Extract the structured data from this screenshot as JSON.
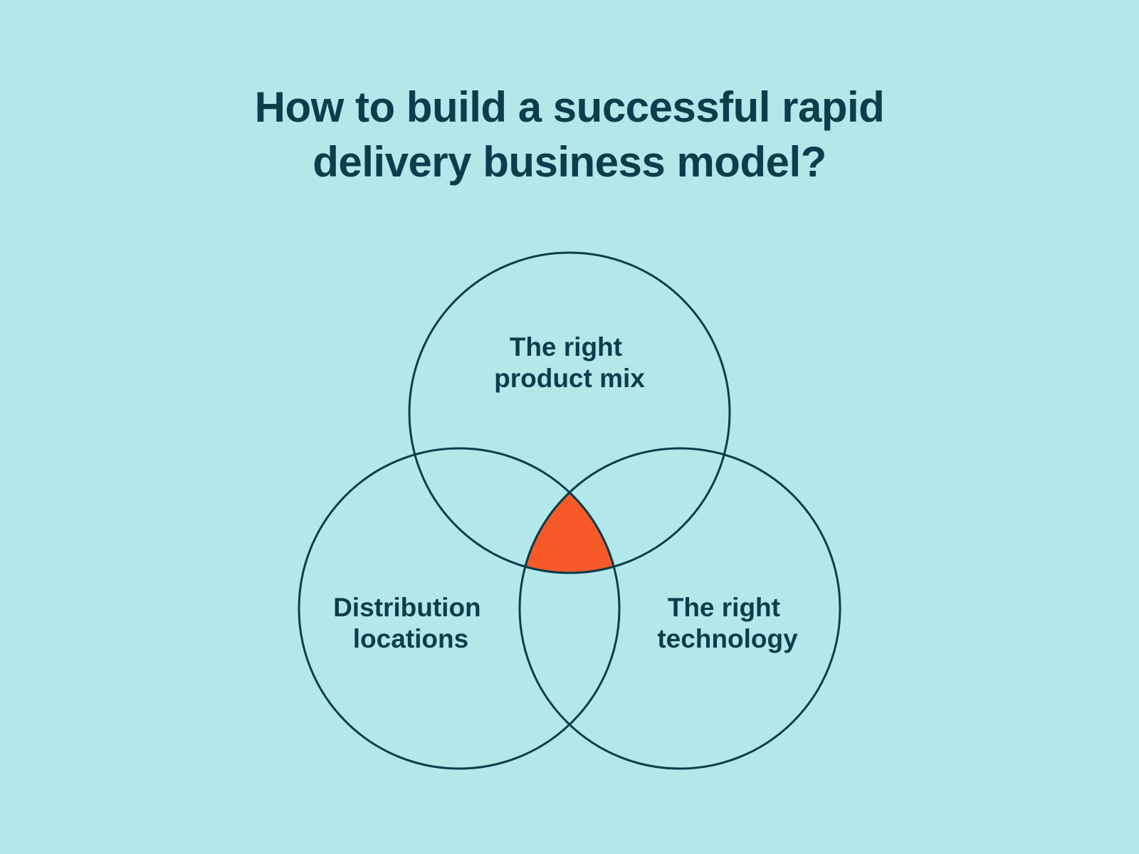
{
  "title": {
    "full": "How to build a successful rapid delivery business model?",
    "lines": [
      "How to build a successful rapid",
      "delivery business model?"
    ]
  },
  "diagram": {
    "type": "venn-3-circles",
    "circles": [
      {
        "id": "product-mix",
        "position": "top",
        "label": "The right product mix",
        "lines": [
          "The right",
          "product mix"
        ]
      },
      {
        "id": "distribution-locations",
        "position": "bottom-left",
        "label": "Distribution locations",
        "lines": [
          "Distribution",
          "locations"
        ]
      },
      {
        "id": "technology",
        "position": "bottom-right",
        "label": "The right technology",
        "lines": [
          "The right",
          "technology"
        ]
      }
    ],
    "center_overlap": {
      "highlighted": true,
      "description": "triple intersection filled orange"
    }
  },
  "colors": {
    "background": "#b3e8ea",
    "line": "#0d3c4c",
    "text": "#0d3c4c",
    "highlight": "#f75a28"
  }
}
